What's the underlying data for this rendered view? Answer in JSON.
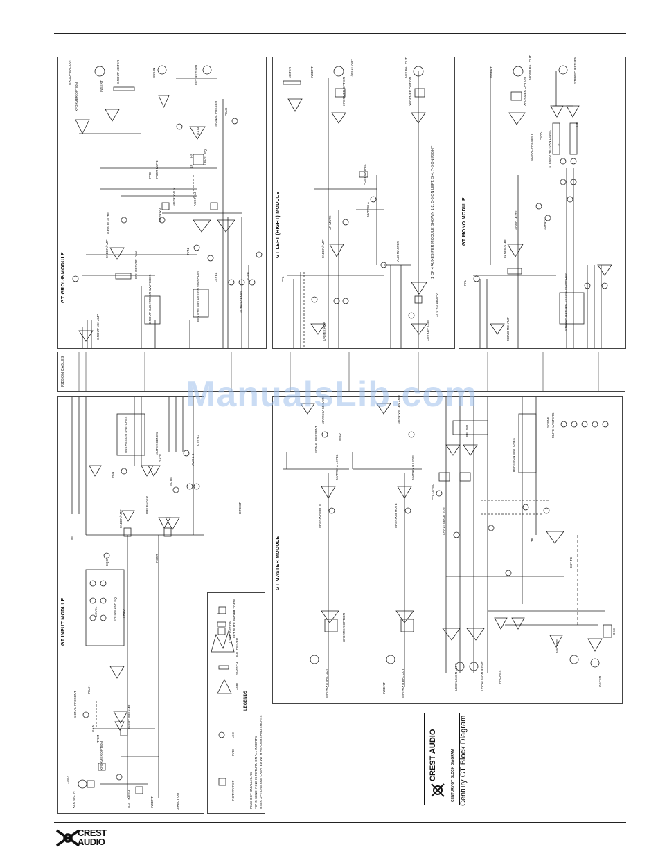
{
  "page": {
    "title": "Century GT Block Diagram",
    "brand": "CREST AUDIO",
    "watermark": "ManualsLib.com",
    "title_block": {
      "brand": "CREST AUDIO",
      "caption": "CENTURY GT BLOCK DIAGRAM"
    }
  },
  "modules": {
    "group": {
      "title": "GT GROUP MODULE",
      "labels": [
        "GROUP BAL OUT",
        "INSERT",
        "XFORMER OPTION",
        "GROUP METER",
        "BUS IN",
        "EFX RETURN",
        "SIGNAL PRESENT",
        "PEAK",
        "GAIN",
        "LEVEL EQ",
        "HF",
        "LF",
        "POST MUTE",
        "PRE",
        "MATRIX AUX",
        "AUX PAN",
        "GROUP MUTE",
        "FADER/AMP",
        "EFX RETURN PAN",
        "MATRIX A",
        "PAN",
        "EFX RTN BUS ASSIGN SWITCHES",
        "GROUP BUS ASSIGN SWITCHES",
        "MUTE SCENES",
        "SAFE",
        "LEVEL",
        "PFL",
        "GROUP MIX AMP"
      ]
    },
    "left_right": {
      "title": "GT LEFT (RIGHT) MODULE",
      "labels": [
        "METER",
        "INSERT",
        "L/R BAL OUT",
        "XFORMER OPTION",
        "AUX BAL OUT",
        "XFORMER OPTION",
        "POST MATRIX",
        "MATRIX A",
        "L/R MUTE",
        "FADER/AMP",
        "1 OF 4 AUXES PER MODULE SHOWN 1-2, 5-6 ON LEFT, 3-4, 7-8 ON RIGHT",
        "AUX MASTER",
        "PFL",
        "L/R MIX AMP",
        "AUX TALKBACK",
        "AUX MIX AMP"
      ]
    },
    "mono": {
      "title": "GT MONO MODULE",
      "labels": [
        "INSERT",
        "MONO BAL OUT",
        "XFORMER OPTION",
        "STEREO RETURN",
        "SIGNAL PRESENT",
        "PEAK",
        "STEREO RETURN LEVEL",
        "LF",
        "HF",
        "MONO MUTE",
        "FADER/AMP",
        "MATRIX",
        "STEREO RETURN ASSIGN SWITCHES",
        "PFL",
        "MONO MIX AMP"
      ]
    },
    "input": {
      "title": "GT INPUT MODULE",
      "labels": [
        "XLR MIC IN",
        "BAL LINE IN",
        "INSERT",
        "DIRECT OUT",
        "XFORMER OPTION",
        "+48V",
        "SIGNAL PRESENT",
        "GAIN",
        "TRIM",
        "PEAK",
        "INPUT PREAMP",
        "FOUR BAND EQ",
        "LEVEL",
        "FREQ",
        "EQ IN",
        "FADER/AMP",
        "PRE FADER",
        "POST",
        "PFL",
        "PAN",
        "MUTE",
        "BUS ASSIGN SWITCHES",
        "MUTE SCENES",
        "AUX 1-2",
        "AUX 3-4",
        "DIRECT",
        "GATE"
      ]
    },
    "master": {
      "title": "GT MASTER MODULE",
      "labels": [
        "MATRIX A MIX AMP",
        "MATRIX B MIX AMP",
        "SIGNAL PRESENT",
        "PEAK",
        "MATRIX A LEVEL",
        "MATRIX A MUTE",
        "MATRIX B LEVEL",
        "MATRIX B MUTE",
        "MATRIX A BAL OUT",
        "MATRIX B BAL OUT",
        "INSERT",
        "XFORMER OPTION",
        "LOCAL MON LEFT",
        "LOCAL MON RIGHT",
        "PHONES",
        "LOCAL MON LEVEL",
        "TB ASSIGN SWITCHES",
        "MUTE MASTERS",
        "SCENE",
        "EXT TB",
        "TB",
        "MIC PRE",
        "OSC IN",
        "OSC",
        "PFL SW",
        "PFL LEVEL"
      ]
    }
  },
  "ribbon": {
    "label": "RIBBON CABLES"
  },
  "legend": {
    "title": "LEGENDS",
    "items": [
      "ROTARY POT",
      "PAD",
      "LED",
      "AMP",
      "BAL DRIVER",
      "SWITCH",
      "USER OPTION",
      "FADER",
      "FET MUTE",
      "PE TORM"
    ],
    "notes": [
      "PIN-2 HOT ON ALL XLRS",
      "TIP IS SEND, RING IS RETURN ON ALL INSERTS",
      "USER OPTIONS ARE CREATED WITH HEADERS AND SHUNTS"
    ]
  }
}
